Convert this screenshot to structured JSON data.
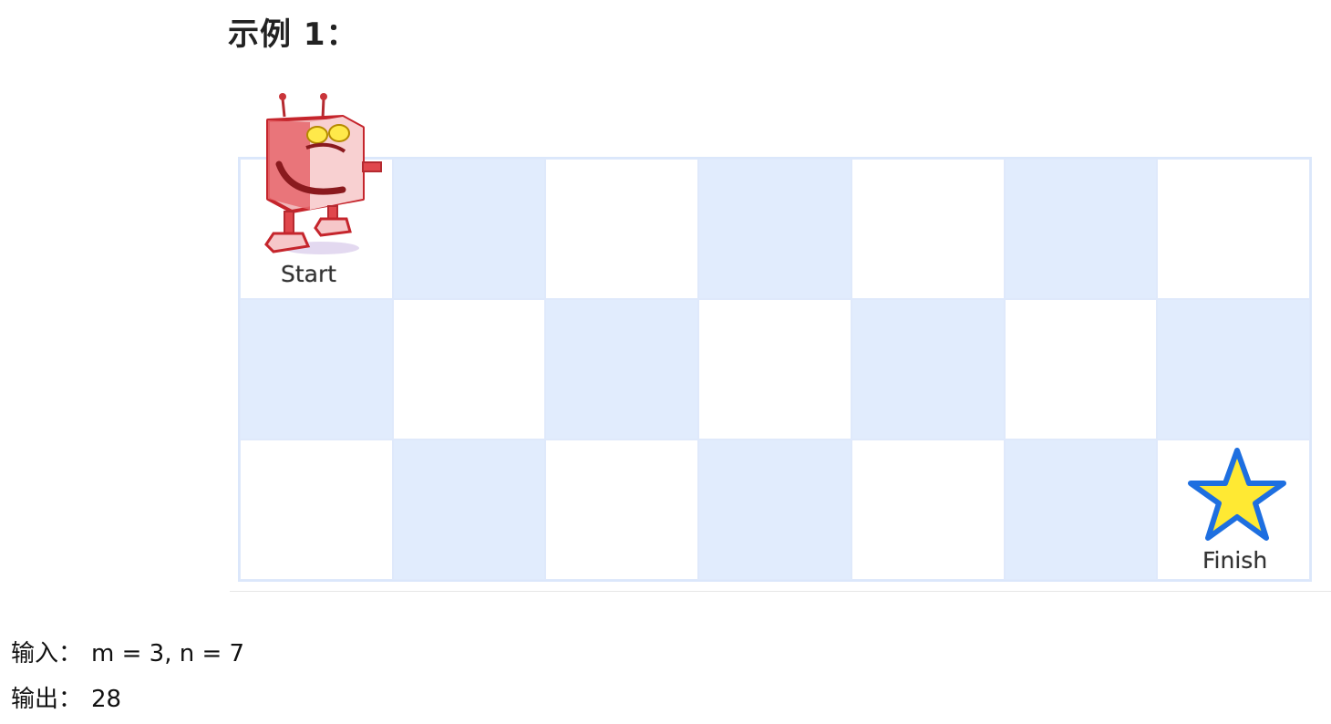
{
  "heading": "示例 1：",
  "figure": {
    "grid_rows": 3,
    "grid_cols": 7,
    "start_label": "Start",
    "finish_label": "Finish",
    "colors": {
      "shaded_cell": "#e1ecfd",
      "robot_body": "#e0474c",
      "star_fill": "#ffe933",
      "star_outline": "#1e6fe0"
    }
  },
  "example": {
    "input_label": "输入：",
    "input_value": "m = 3, n = 7",
    "output_label": "输出：",
    "output_value": "28"
  }
}
